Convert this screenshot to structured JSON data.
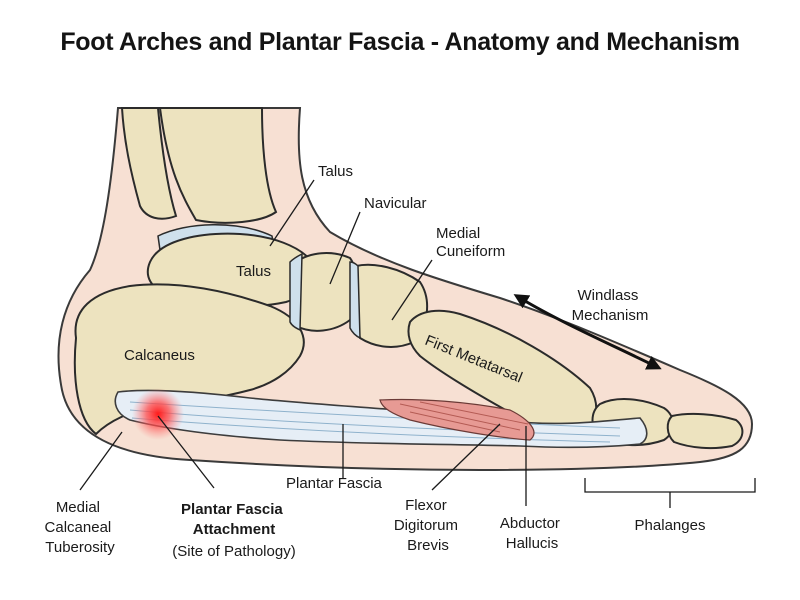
{
  "title": "Foot Arches and Plantar Fascia - Anatomy and Mechanism",
  "labels": {
    "talus_top": "Talus",
    "talus_inner": "Talus",
    "navicular": "Navicular",
    "medial_cuneiform": [
      "Medial",
      "Cuneiform"
    ],
    "windlass_mechanism": [
      "Windlass",
      "Mechanism"
    ],
    "calcaneus": "Calcaneus",
    "first_metatarsal": "First Metatarsal",
    "plantar_fascia": "Plantar Fascia",
    "medial_calcaneal_tuberosity": [
      "Medial",
      "Calcaneal",
      "Tuberosity"
    ],
    "plantar_fascia_attachment": [
      "Plantar Fascia",
      "Attachment"
    ],
    "site_of_pathology": "(Site of Pathology)",
    "flexor_digitorum_brevis": [
      "Flexor",
      "Digitorum",
      "Brevis"
    ],
    "abductor_hallucis": [
      "Abductor",
      "Hallucis"
    ],
    "phalanges": "Phalanges"
  },
  "colors": {
    "skin": "#f7e0d3",
    "bone": "#ede3bf",
    "cartilage": "#cfe0ec",
    "fascia": "#e6eef6",
    "muscle": "#e79a94",
    "pathology": "#ff2a2a"
  }
}
